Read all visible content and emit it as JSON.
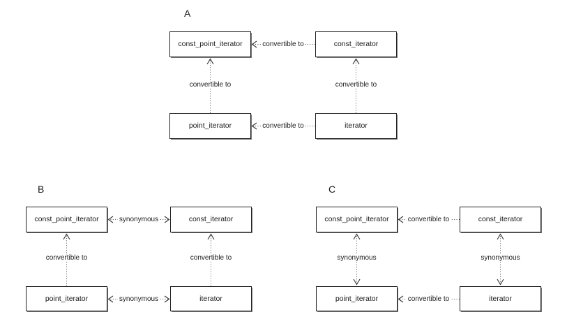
{
  "figure": {
    "title": "",
    "background_color": "#ffffff",
    "box_border_color": "#222222",
    "edge_color": "#4a4a4a",
    "text_color": "#1a1a1a"
  },
  "panels": [
    {
      "id": "A",
      "label": "A",
      "nodes": {
        "top_left": "const_point_iterator",
        "top_right": "const_iterator",
        "bottom_left": "point_iterator",
        "bottom_right": "iterator"
      },
      "edges": {
        "top_horizontal": "convertible to",
        "bottom_horizontal": "convertible to",
        "left_vertical": "convertible to",
        "right_vertical": "convertible to"
      }
    },
    {
      "id": "B",
      "label": "B",
      "nodes": {
        "top_left": "const_point_iterator",
        "top_right": "const_iterator",
        "bottom_left": "point_iterator",
        "bottom_right": "iterator"
      },
      "edges": {
        "top_horizontal": "synonymous",
        "bottom_horizontal": "synonymous",
        "left_vertical": "convertible to",
        "right_vertical": "convertible to"
      }
    },
    {
      "id": "C",
      "label": "C",
      "nodes": {
        "top_left": "const_point_iterator",
        "top_right": "const_iterator",
        "bottom_left": "point_iterator",
        "bottom_right": "iterator"
      },
      "edges": {
        "top_horizontal": "convertible to",
        "bottom_horizontal": "convertible to",
        "left_vertical": "synonymous",
        "right_vertical": "synonymous"
      }
    }
  ]
}
